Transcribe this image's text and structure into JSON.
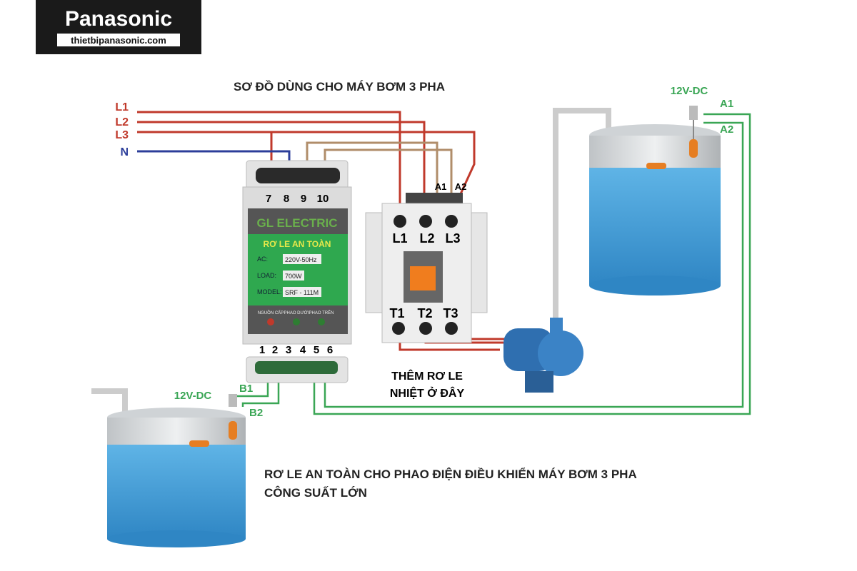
{
  "logo": {
    "brand": "Panasonic",
    "site": "thietbipanasonic.com"
  },
  "title": "SƠ ĐỒ DÙNG CHO MÁY BƠM 3 PHA",
  "lines": {
    "l1": "L1",
    "l2": "L2",
    "l3": "L3",
    "n": "N"
  },
  "upper_tank": {
    "voltage": "12V-DC",
    "a1": "A1",
    "a2": "A2"
  },
  "lower_tank": {
    "voltage": "12V-DC",
    "b1": "B1",
    "b2": "B2"
  },
  "relay": {
    "top_terminals": [
      "7",
      "8",
      "9",
      "10"
    ],
    "brand": "GL ELECTRIC",
    "name": "RƠ LE AN TOÀN",
    "ac_label": "AC:",
    "ac_value": "220V-50Hz",
    "load_label": "LOAD:",
    "load_value": "700W",
    "model_label": "MODEL:",
    "model_value": "SRF - 111M",
    "leds": [
      "NGUỒN CẤP",
      "PHAO DƯỚI",
      "PHAO TRÊN"
    ],
    "bottom_terminals": [
      "1",
      "2",
      "3",
      "4",
      "5",
      "6"
    ]
  },
  "contactor": {
    "inputs": [
      "L1",
      "L2",
      "L3"
    ],
    "outputs": [
      "T1",
      "T2",
      "T3"
    ],
    "coil": [
      "A1",
      "A2"
    ]
  },
  "note": [
    "THÊM RƠ LE",
    "NHIỆT Ở ĐÂY"
  ],
  "caption": [
    "RƠ LE AN TOÀN CHO PHAO ĐIỆN ĐIỀU KHIỂN MÁY BƠM 3 PHA",
    "CÔNG SUẤT LỚN"
  ],
  "colors": {
    "red": "#c0392b",
    "blue": "#2c3e9a",
    "green": "#3aa655",
    "brown": "#b08d6a",
    "water": "#4a9fd4"
  }
}
